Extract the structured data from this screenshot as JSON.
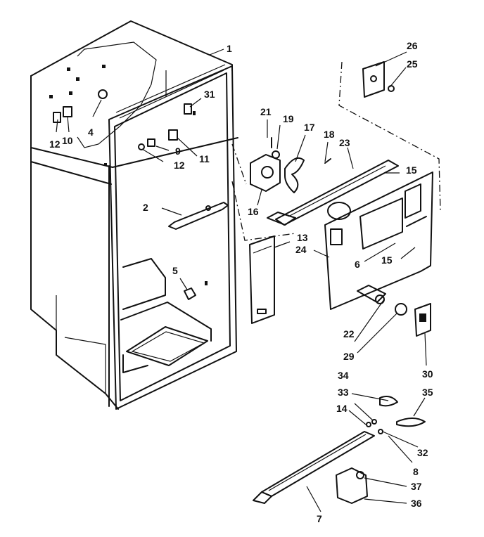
{
  "diagram": {
    "callouts": [
      {
        "id": "c1",
        "text": "1"
      },
      {
        "id": "c2",
        "text": "2"
      },
      {
        "id": "c4",
        "text": "4"
      },
      {
        "id": "c5",
        "text": "5"
      },
      {
        "id": "c6",
        "text": "6"
      },
      {
        "id": "c7",
        "text": "7"
      },
      {
        "id": "c8",
        "text": "8"
      },
      {
        "id": "c9",
        "text": "9"
      },
      {
        "id": "c10",
        "text": "10"
      },
      {
        "id": "c11",
        "text": "11"
      },
      {
        "id": "c12a",
        "text": "12"
      },
      {
        "id": "c12b",
        "text": "12"
      },
      {
        "id": "c13",
        "text": "13"
      },
      {
        "id": "c14",
        "text": "14"
      },
      {
        "id": "c15a",
        "text": "15"
      },
      {
        "id": "c15b",
        "text": "15"
      },
      {
        "id": "c16",
        "text": "16"
      },
      {
        "id": "c17",
        "text": "17"
      },
      {
        "id": "c18",
        "text": "18"
      },
      {
        "id": "c19",
        "text": "19"
      },
      {
        "id": "c21",
        "text": "21"
      },
      {
        "id": "c22",
        "text": "22"
      },
      {
        "id": "c23",
        "text": "23"
      },
      {
        "id": "c24",
        "text": "24"
      },
      {
        "id": "c25",
        "text": "25"
      },
      {
        "id": "c26",
        "text": "26"
      },
      {
        "id": "c29",
        "text": "29"
      },
      {
        "id": "c30",
        "text": "30"
      },
      {
        "id": "c31",
        "text": "31"
      },
      {
        "id": "c32",
        "text": "32"
      },
      {
        "id": "c33",
        "text": "33"
      },
      {
        "id": "c34",
        "text": "34"
      },
      {
        "id": "c35",
        "text": "35"
      },
      {
        "id": "c36",
        "text": "36"
      },
      {
        "id": "c37",
        "text": "37"
      }
    ]
  }
}
